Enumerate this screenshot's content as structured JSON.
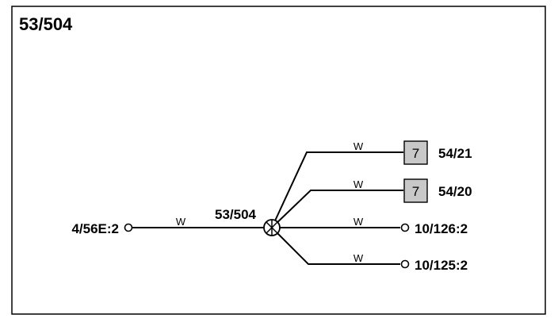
{
  "title": "53/504",
  "splice": {
    "label": "53/504"
  },
  "left_wire": {
    "terminal": "4/56E:2",
    "color": "W"
  },
  "branches": [
    {
      "target": "54/21",
      "color": "W",
      "connector_number": "7",
      "end": "connector"
    },
    {
      "target": "54/20",
      "color": "W",
      "connector_number": "7",
      "end": "connector"
    },
    {
      "target": "10/126:2",
      "color": "W",
      "end": "terminal"
    },
    {
      "target": "10/125:2",
      "color": "W",
      "end": "terminal"
    }
  ]
}
